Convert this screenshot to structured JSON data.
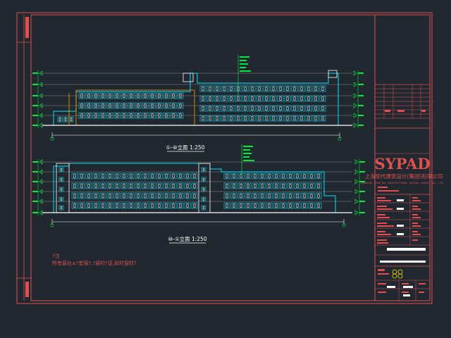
{
  "drawing": {
    "views": [
      {
        "id": "elev-1",
        "title": "①-⑩立面 1:250"
      },
      {
        "id": "elev-2",
        "title": "⑩-①立面 1:250"
      }
    ],
    "notes": {
      "heading": "?注",
      "line1": "所有窗台±?宏窗?,?窗时?证,砍时窗时?"
    }
  },
  "title_block": {
    "brand": "SYPAD",
    "company_cn": "上海现代建筑设计(集团)有限公司",
    "company_en": "SHANGHAI XIAN DAI ARCHITECTURAL DESIGN (GROUP) CO.,LTD."
  },
  "colors": {
    "background": "#212830",
    "border": "#e05050",
    "line": "#00e6ff",
    "frame": "#ffffff",
    "annotation": "#00ff40",
    "highlight": "#ffa000"
  }
}
